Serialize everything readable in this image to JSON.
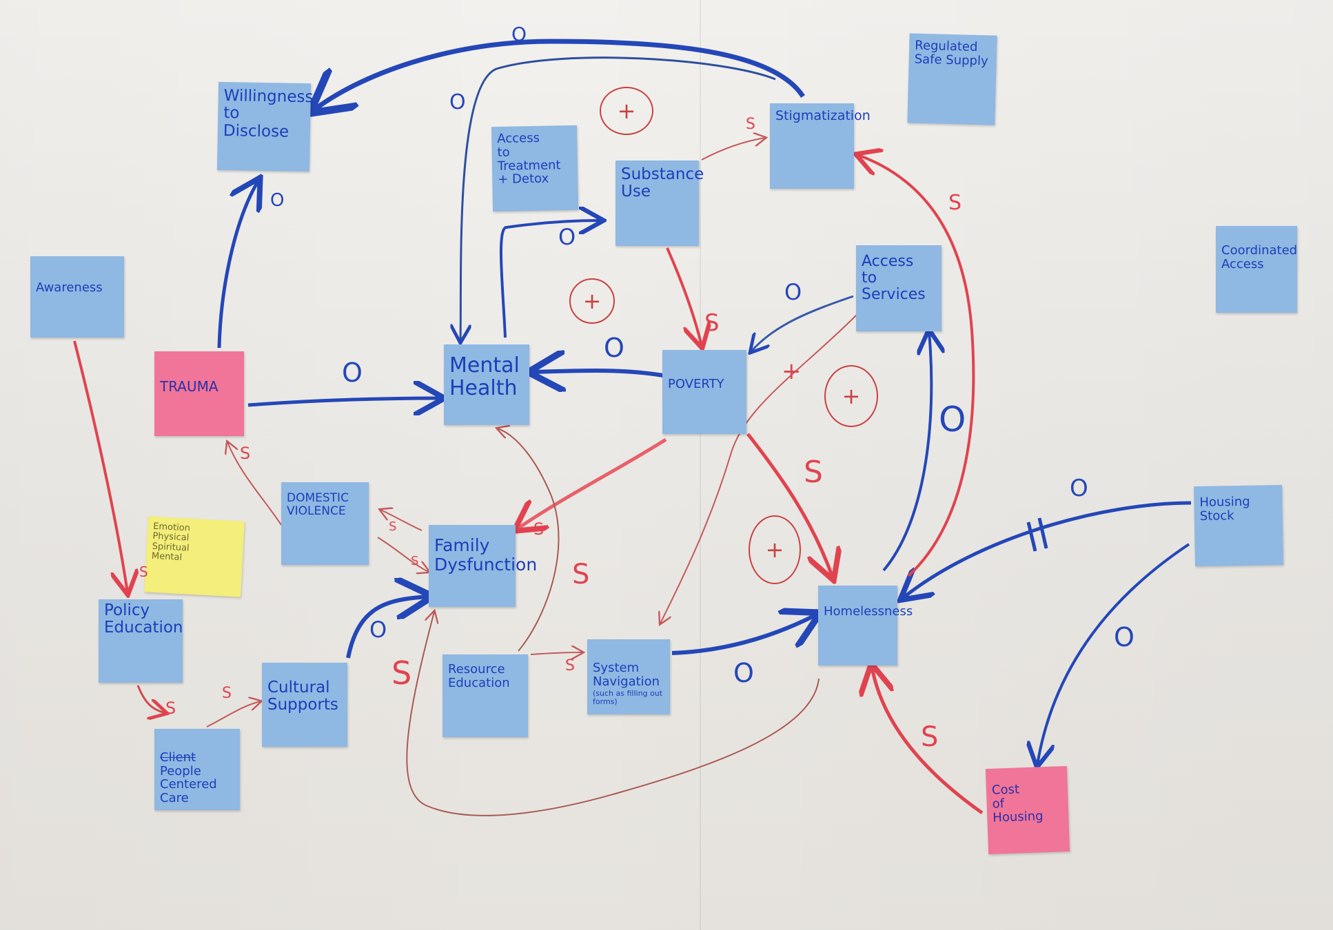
{
  "notes": {
    "willingness": {
      "text": "Willingness\nto Disclose",
      "color": "#8fb8e3"
    },
    "access_treatment": {
      "text": "Access\nto Treatment\n+ Detox",
      "color": "#8fb8e3"
    },
    "substance_use": {
      "text": "Substance\nUse",
      "color": "#8fb8e3"
    },
    "stigmatization": {
      "text": "Stigmatization",
      "color": "#8fb8e3"
    },
    "regulated_supply": {
      "text": "Regulated\nSafe Supply",
      "color": "#8fb8e3"
    },
    "awareness": {
      "text": "Awareness",
      "color": "#8fb8e3"
    },
    "trauma": {
      "text": "TRAUMA",
      "color": "#f07598"
    },
    "mental_health": {
      "text": "Mental\nHealth",
      "color": "#8fb8e3"
    },
    "poverty": {
      "text": "POVERTY",
      "color": "#8fb8e3"
    },
    "access_services": {
      "text": "Access\nto\nServices",
      "color": "#8fb8e3"
    },
    "coordinated_access": {
      "text": "Coordinated\nAccess",
      "color": "#8fb8e3"
    },
    "domestic_violence": {
      "text": "DOMESTIC\nVIOLENCE",
      "color": "#8fb8e3"
    },
    "yellow_note": {
      "text": "Emotion\nPhysical\nSpiritual\nMental",
      "color": "#f4ee7a"
    },
    "family_dysfunction": {
      "text": "Family\nDysfunction",
      "color": "#8fb8e3"
    },
    "housing_stock": {
      "text": "Housing\nStock",
      "color": "#8fb8e3"
    },
    "policy_education": {
      "text": "Policy\nEducation",
      "color": "#8fb8e3"
    },
    "homelessness": {
      "text": "Homelessness",
      "color": "#8fb8e3"
    },
    "resource_education": {
      "text": "Resource\nEducation",
      "color": "#8fb8e3"
    },
    "system_navigation": {
      "text": "System\nNavigation",
      "sub": "(such as filling out forms)",
      "color": "#8fb8e3"
    },
    "cultural_supports": {
      "text": "Cultural\nSupports",
      "color": "#8fb8e3"
    },
    "people_care": {
      "struck": "Client",
      "text": "People\nCentered\nCare",
      "color": "#8fb8e3"
    },
    "cost_housing": {
      "text": "Cost\nof\nHousing",
      "color": "#f07598"
    }
  },
  "annotations": {
    "o_top": "O",
    "o_mh_left": "O",
    "o_willing": "O",
    "o_trauma_mh": "O",
    "o_mh_sub": "O",
    "o_pov_mh": "O",
    "o_access_pov": "O",
    "o_homeless_access": "O",
    "o_stock_homeless": "O",
    "o_stock_cost": "O",
    "o_sysnav_homeless": "O",
    "o_cultural_family": "O",
    "s_sub_stig": "S",
    "s_homeless_stig": "S",
    "s_sub_pov": "S",
    "s_pov_homeless": "S",
    "s_dv_trauma": "S",
    "s_dv_family": "S",
    "s_dv_family2": "S",
    "s_pov_family": "S",
    "s_res_mh": "S",
    "s_res_family": "S",
    "s_res_sys": "S",
    "s_policy_care": "S",
    "s_care_cultural": "S",
    "s_awareness_policy": "S",
    "s_cost_homeless": "S",
    "plus_access_sys": "+",
    "loop1": "+",
    "loop2": "+",
    "loop3": "+",
    "loop4": "+"
  },
  "colors": {
    "blue_marker": "#2447b8",
    "red_marker": "#e0434f",
    "thin_red": "#c4585a",
    "blue_note": "#8fb8e3",
    "pink_note": "#f07598",
    "yellow_note": "#f4ee7a"
  }
}
